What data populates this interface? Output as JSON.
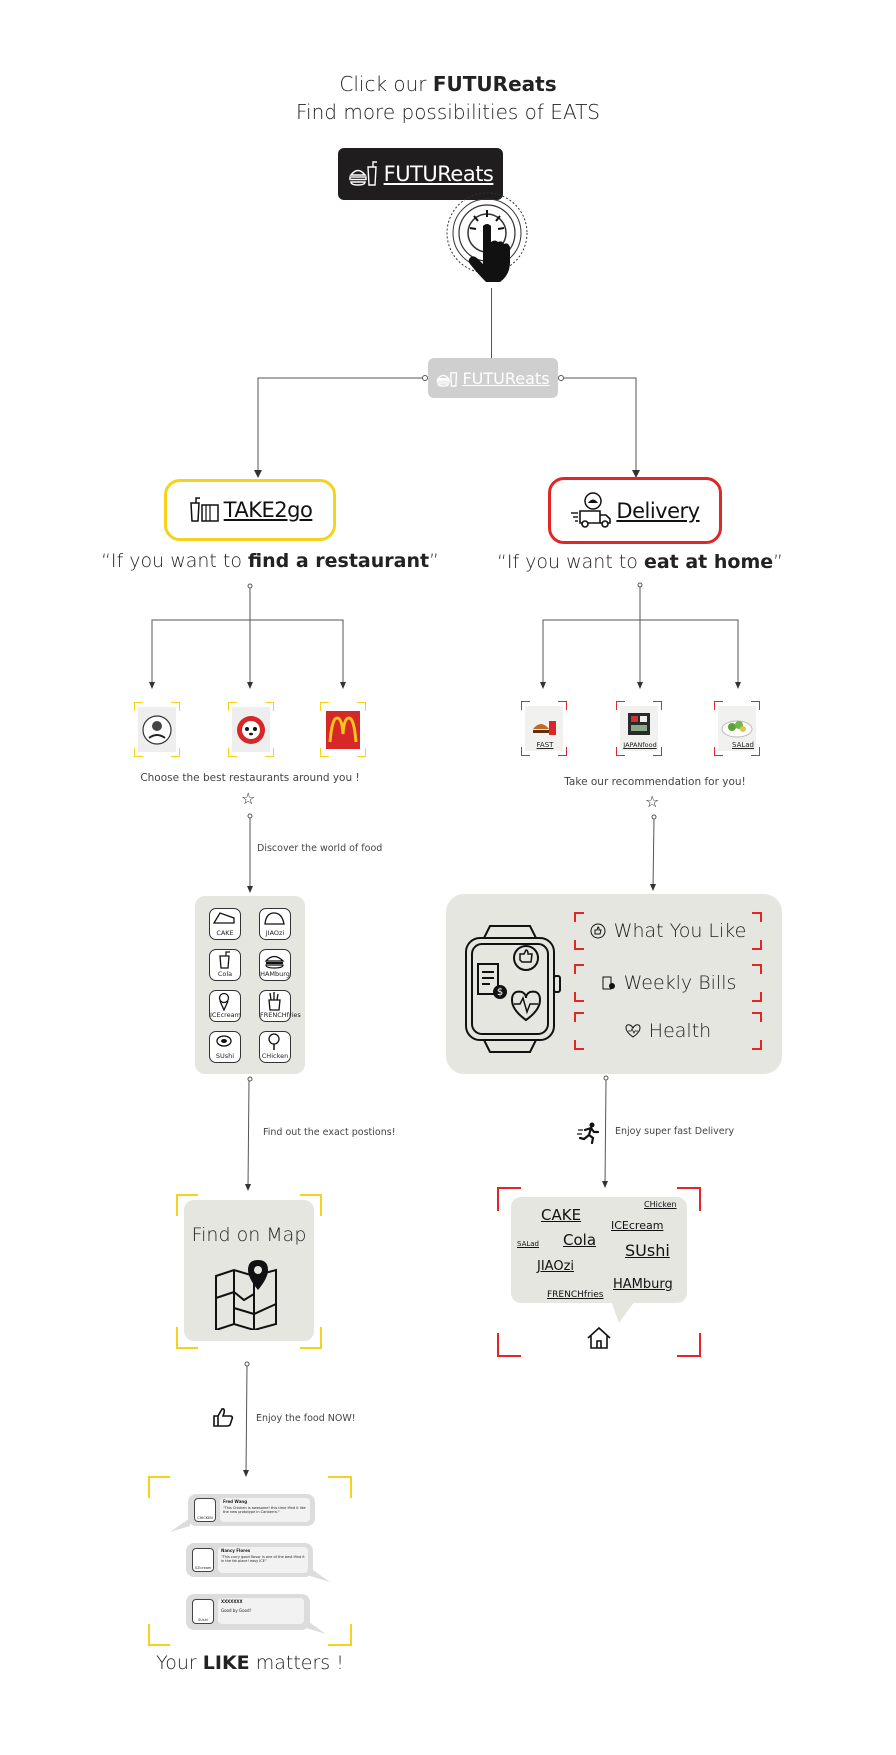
{
  "header": {
    "line1_prefix": "Click our ",
    "line1_brand": "FUTUReats",
    "line2": "Find more possibilities of EATS"
  },
  "brand": {
    "name": "FUTUReats"
  },
  "take2go": {
    "label": "TAKE2go",
    "quote_prefix": "“If you want to ",
    "quote_bold": "find a restaurant",
    "quote_suffix": "”",
    "restaurants": [
      "restaurant-logo-1",
      "restaurant-logo-2",
      "restaurant-logo-3"
    ],
    "choose_text": "Choose the best restaurants around you !",
    "discover_text": "Discover the world of food",
    "foods": [
      "CAKE",
      "JIAOzi",
      "Cola",
      "HAMburg",
      "ICEcream",
      "FRENCHfries",
      "SUshi",
      "CHicken"
    ],
    "find_exact_text": "Find out the exact postions!",
    "map_title": "Find on Map",
    "enjoy_text": "Enjoy the food NOW!",
    "reviews": [
      {
        "name": "Fred Wang",
        "text": "\"This Chicken is awesome! this time Ifind it like the new prototype in Canberra.\"",
        "icon_label": "CHICKEN"
      },
      {
        "name": "Nancy Flores",
        "text": "\"This curry good flavor is one of the best Ifind it in the fat place! easy ICE\"",
        "icon_label": "ICEcream"
      },
      {
        "name": "XXXXXXX",
        "text": "Good by Good!",
        "icon_label": "SUshi"
      }
    ],
    "like_prefix": "Your ",
    "like_bold": "LIKE",
    "like_suffix": " matters !"
  },
  "delivery": {
    "label": "Delivery",
    "quote_prefix": "“If you want to ",
    "quote_bold": "eat at home",
    "quote_suffix": "”",
    "recommendations": [
      "FAST",
      "JAPANfood",
      "SALad"
    ],
    "recommend_text": "Take our recommendation for you!",
    "options": [
      "What You Like",
      "Weekly Bills",
      "Health"
    ],
    "fast_delivery_text": "Enjoy super fast Delivery",
    "cloud_words": [
      "CAKE",
      "CHicken",
      "ICEcream",
      "SALad",
      "Cola",
      "SUshi",
      "JIAOzi",
      "HAMburg",
      "FRENCHfries"
    ]
  },
  "colors": {
    "yellow": "#f5d21c",
    "red": "#e02626",
    "dark": "#1f1d1e",
    "panel": "#e6e6e1"
  }
}
